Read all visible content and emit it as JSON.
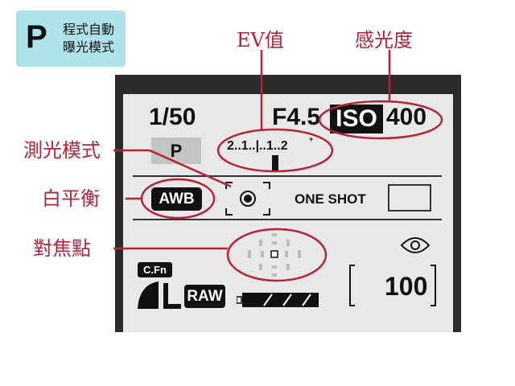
{
  "mode_badge": {
    "letter": "P",
    "line1": "程式自動",
    "line2": "曝光模式"
  },
  "callouts": {
    "ev": "EV值",
    "iso": "感光度",
    "metering": "測光模式",
    "white_balance": "白平衡",
    "af_point": "對焦點"
  },
  "lcd": {
    "shutter": "1/50",
    "aperture": "F4.5",
    "iso_label": "ISO",
    "iso_value": "400",
    "mode": "P",
    "ev_scale": "2..1..|..1..2",
    "ev_plus_sign": "+",
    "wb": "AWB",
    "af_mode": "ONE SHOT",
    "cfn": "C.Fn",
    "raw": "RAW",
    "shots": "100"
  },
  "colors": {
    "callout": "#b3243b",
    "badge_bg": "#aee3ea",
    "lcd_frame": "#2b2b2b",
    "lcd_screen": "#e8e8e8",
    "ink": "#111111"
  },
  "icons": [
    "metering-evaluative-icon",
    "quality-large-icon",
    "battery-icon",
    "viewfinder-eye-icon",
    "af-points-icon"
  ]
}
